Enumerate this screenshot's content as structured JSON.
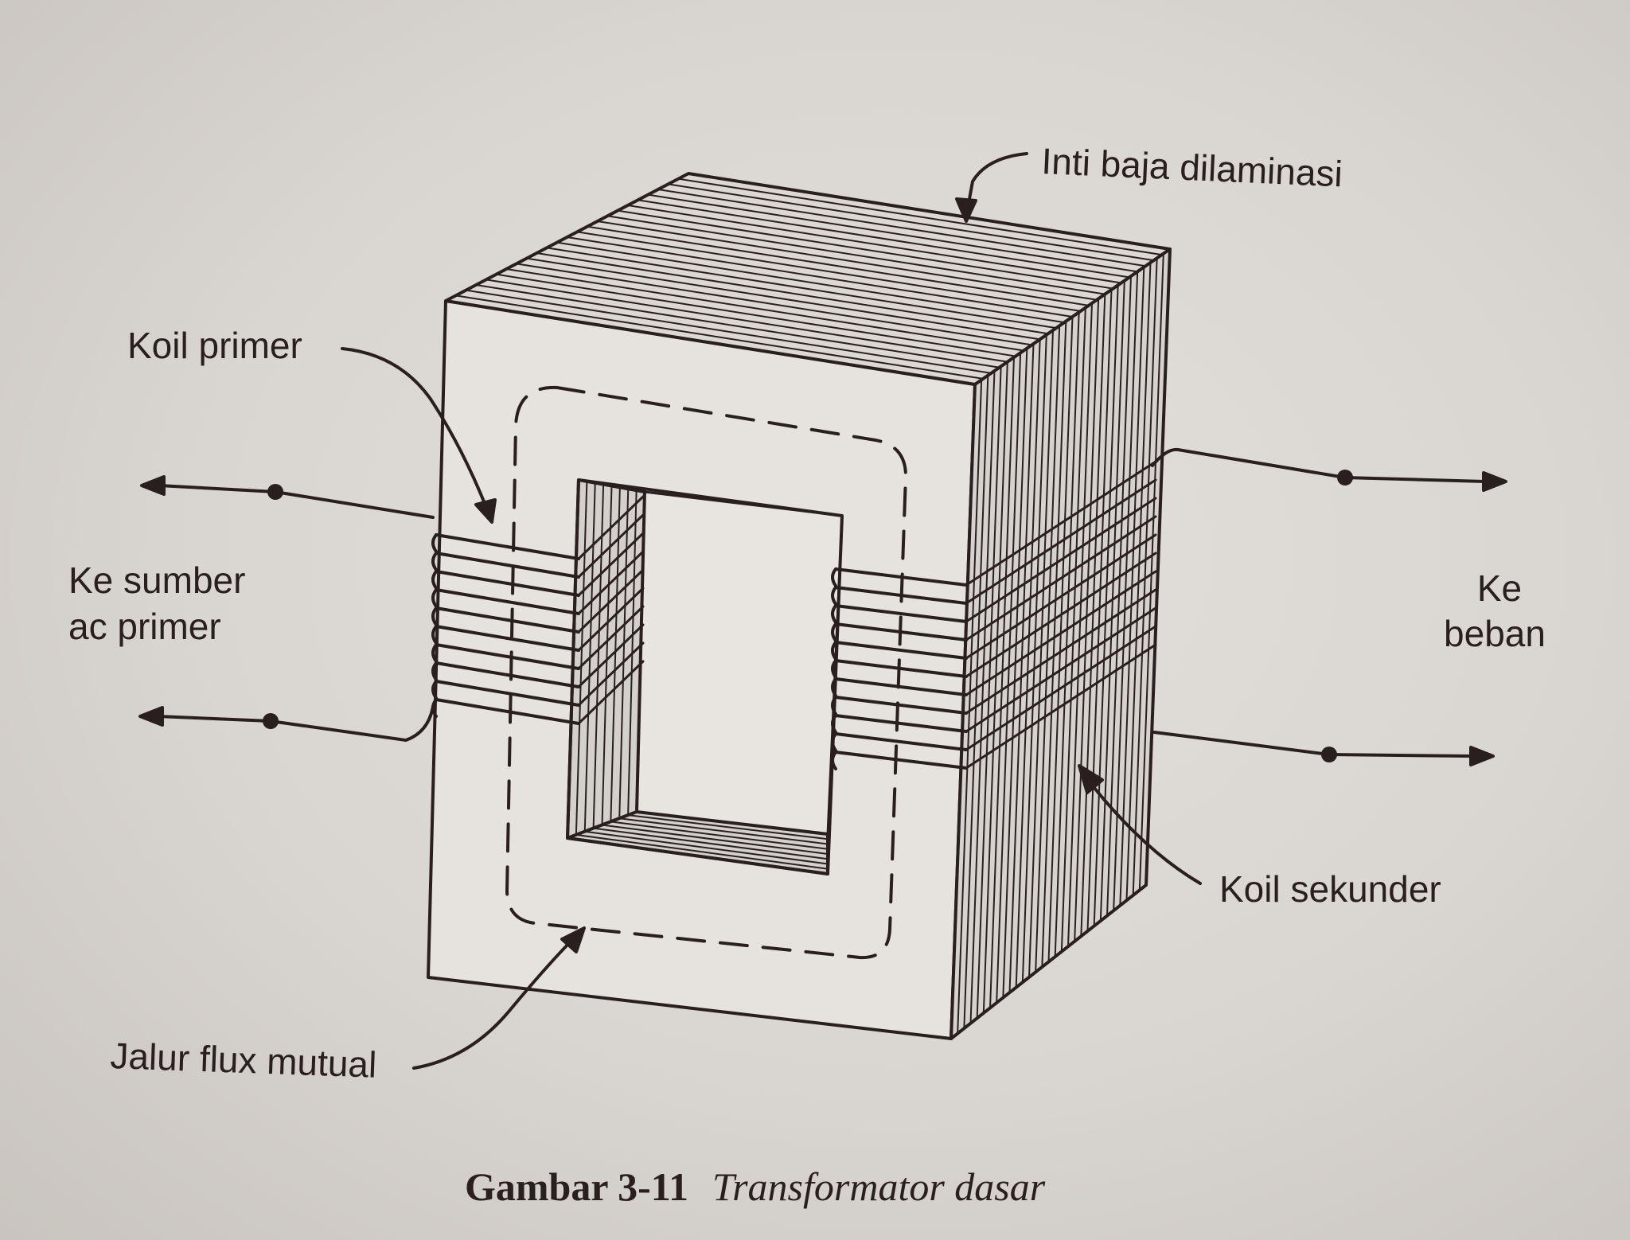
{
  "labels": {
    "core": "Inti baja dilaminasi",
    "primary_coil": "Koil primer",
    "source_line1": "Ke sumber",
    "source_line2": "ac primer",
    "load_line1": "Ke",
    "load_line2": "beban",
    "secondary_coil": "Koil sekunder",
    "flux_path": "Jalur flux mutual"
  },
  "caption": {
    "number": "Gambar 3-11",
    "title": "Transformator dasar"
  },
  "colors": {
    "ink": "#2a1f1f",
    "paper": "#dedad6"
  }
}
